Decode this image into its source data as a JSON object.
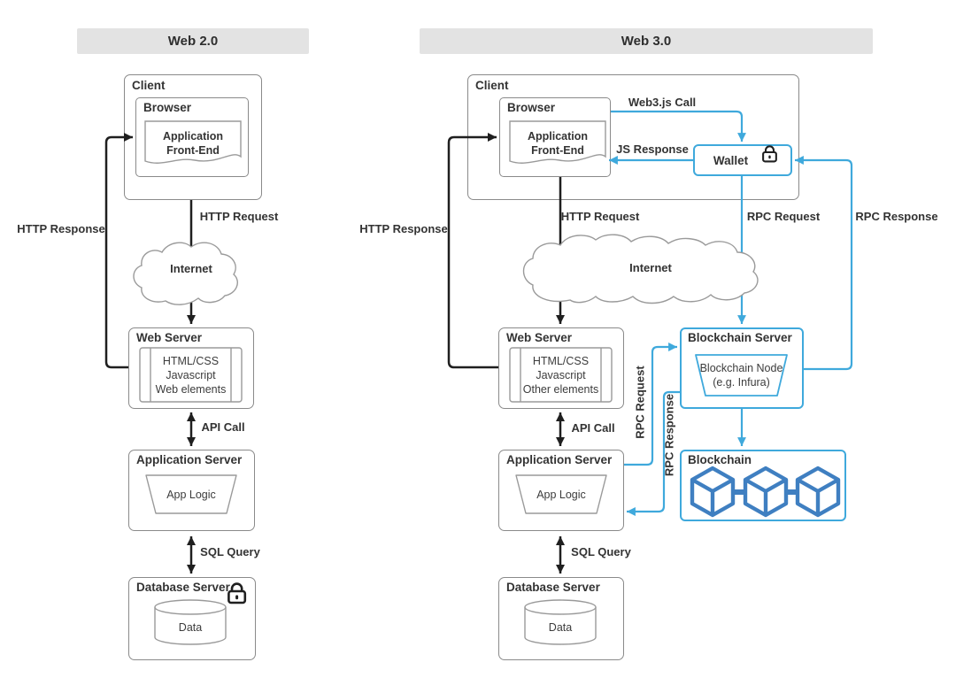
{
  "title_bars": {
    "web2": "Web 2.0",
    "web3": "Web 3.0"
  },
  "web2": {
    "client": "Client",
    "browser": "Browser",
    "frontend": [
      "Application",
      "Front-End"
    ],
    "internet": "Internet",
    "web_server": "Web Server",
    "web_server_stack": [
      "HTML/CSS",
      "Javascript",
      "Web elements"
    ],
    "app_server": "Application Server",
    "app_logic": "App Logic",
    "db_server": "Database Server",
    "data": "Data",
    "edges": {
      "http_request": "HTTP Request",
      "http_response": "HTTP Response",
      "api_call": "API Call",
      "sql_query": "SQL Query"
    }
  },
  "web3": {
    "client": "Client",
    "browser": "Browser",
    "frontend": [
      "Application",
      "Front-End"
    ],
    "wallet": "Wallet",
    "internet": "Internet",
    "web_server": "Web Server",
    "web_server_stack": [
      "HTML/CSS",
      "Javascript",
      "Other elements"
    ],
    "app_server": "Application Server",
    "app_logic": "App Logic",
    "db_server": "Database Server",
    "data": "Data",
    "blockchain_server": "Blockchain Server",
    "blockchain_node": [
      "Blockchain Node",
      "(e.g. Infura)"
    ],
    "blockchain": "Blockchain",
    "edges": {
      "http_request": "HTTP Request",
      "http_response": "HTTP Response",
      "api_call": "API Call",
      "sql_query": "SQL Query",
      "web3_call": "Web3.js Call",
      "js_response": "JS Response",
      "rpc_request": "RPC Request",
      "rpc_response": "RPC Response"
    }
  },
  "icons": [
    "lock-icon",
    "cube-icon",
    "cloud-shape"
  ],
  "colors": {
    "accent_blue": "#3fa9dc",
    "cube_blue": "#3f7fc1",
    "line_black": "#1f1f1f",
    "box_border": "#8a8a8a",
    "header_bg": "#e3e3e3",
    "text": "#333333"
  }
}
